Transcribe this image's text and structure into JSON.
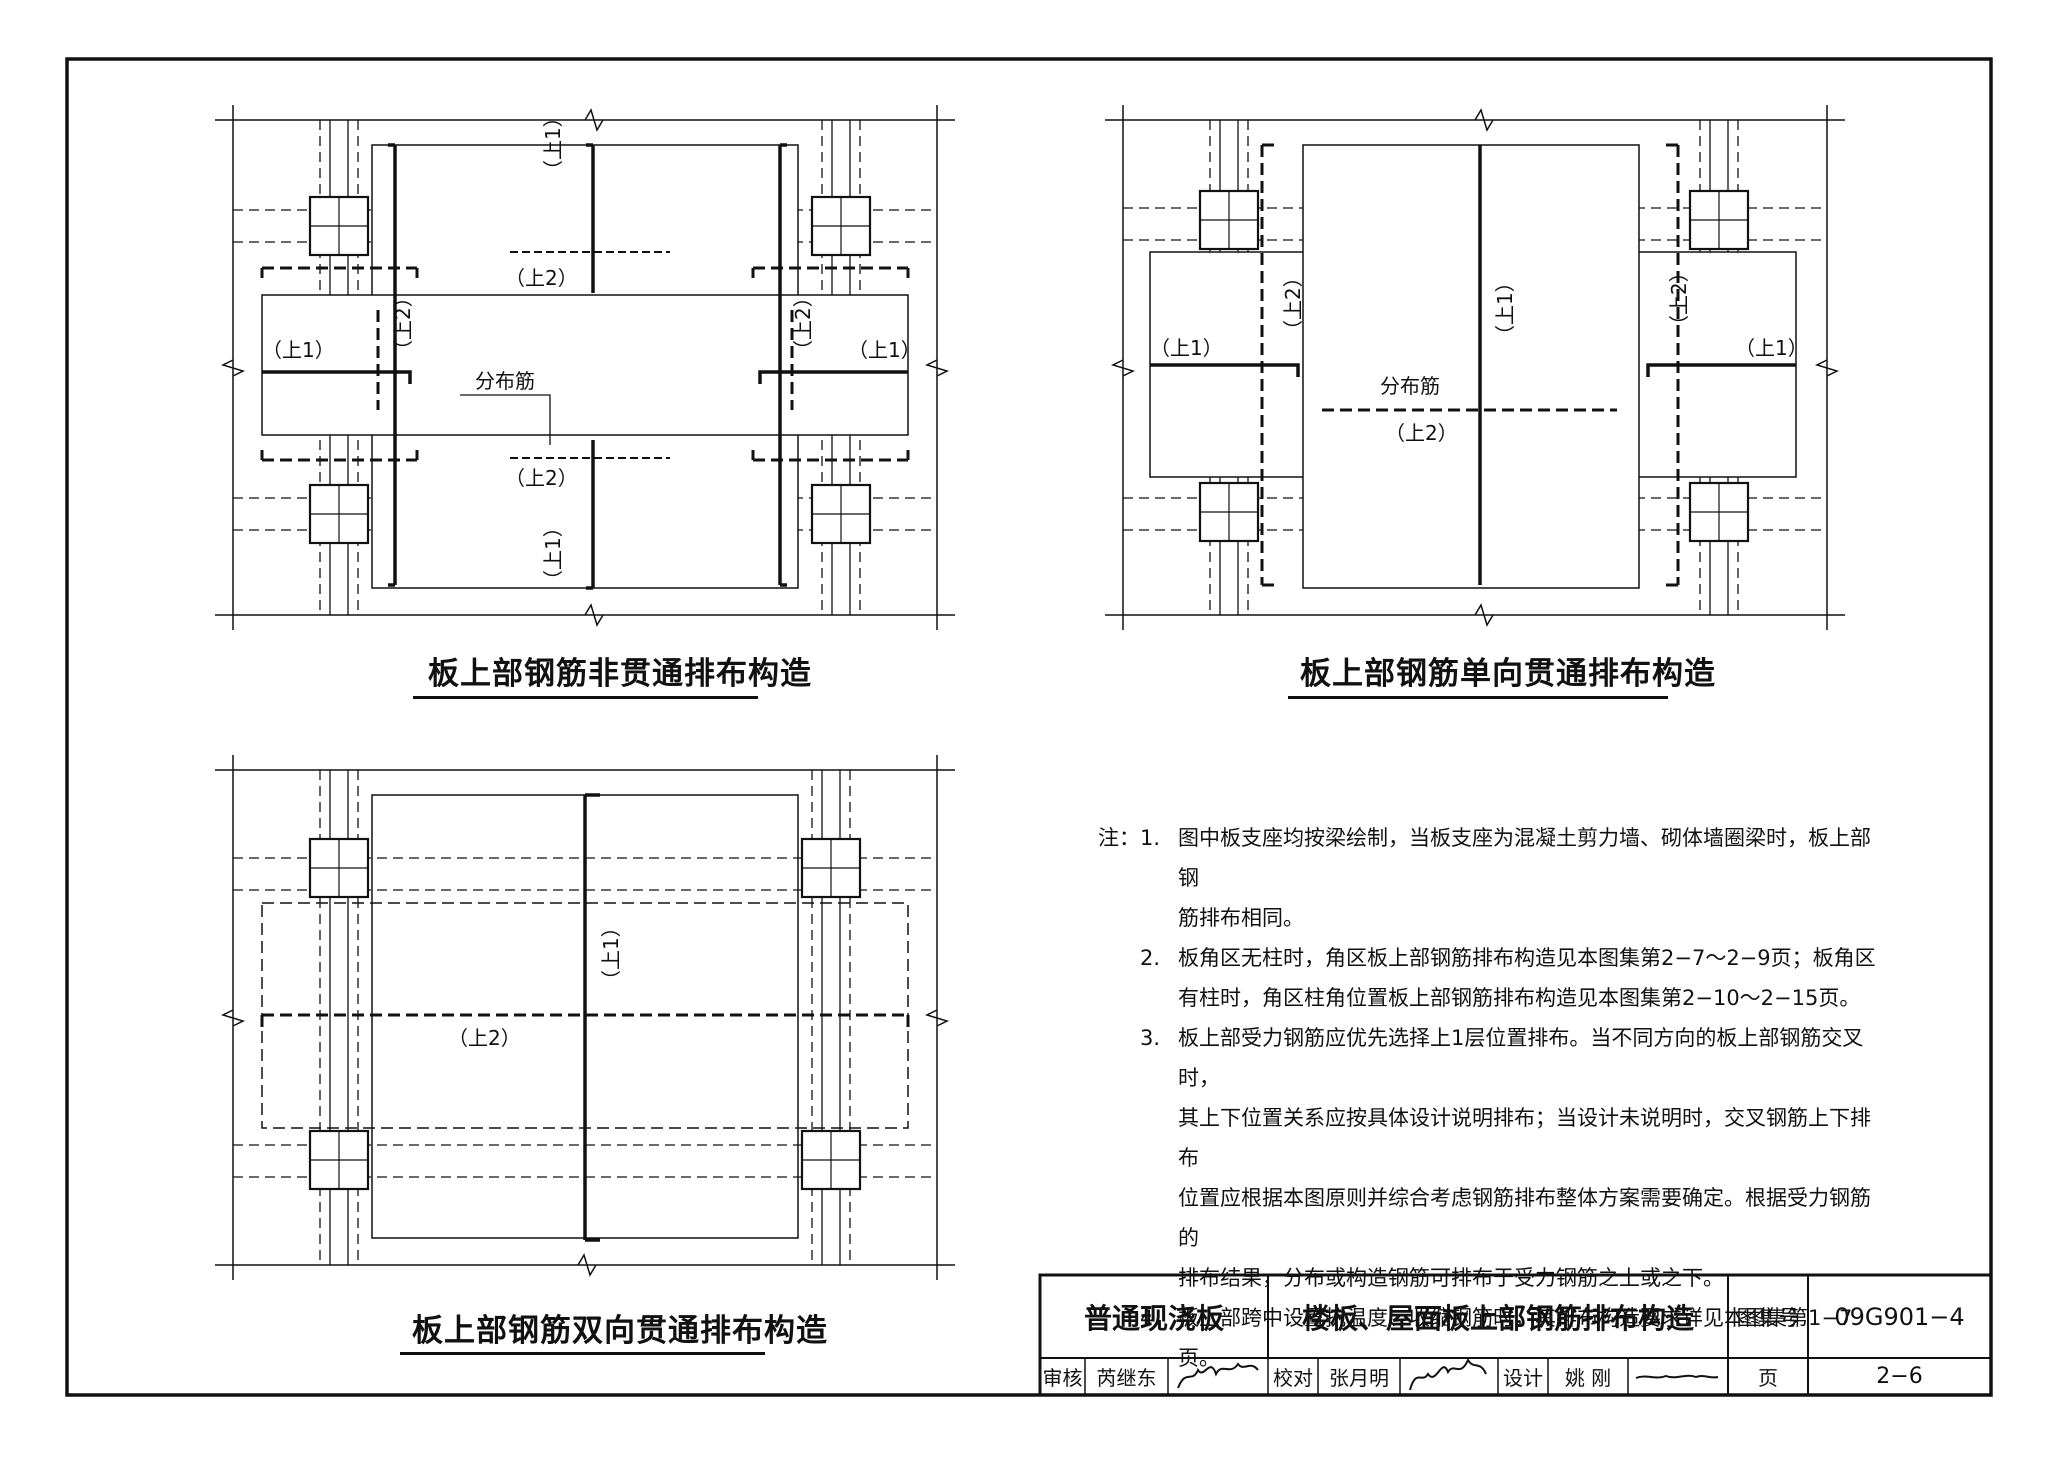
{
  "drawings": [
    {
      "title": "板上部钢筋非贯通排布构造",
      "labels": {
        "top_upper": "（上1）",
        "top_mid": "（上2）",
        "left_vertical": "（上2）",
        "right_vertical": "（上2）",
        "left_side": "（上1）",
        "right_side": "（上1）",
        "center_note": "分布筋",
        "bottom_mid": "（上2）",
        "bottom_lower": "（上1）"
      }
    },
    {
      "title": "板上部钢筋单向贯通排布构造",
      "labels": {
        "left_vertical": "（上2）",
        "center_vertical": "（上1）",
        "right_vertical": "（上2）",
        "left_side": "（上1）",
        "right_side": "（上1）",
        "center_note": "分布筋",
        "center_bar": "（上2）"
      }
    },
    {
      "title": "板上部钢筋双向贯通排布构造",
      "labels": {
        "center_vertical": "（上1）",
        "left_bar": "（上2）"
      }
    }
  ],
  "notes": {
    "prefix": "注：",
    "items": [
      {
        "num": "1.",
        "lines": [
          "图中板支座均按梁绘制，当板支座为混凝土剪力墙、砌体墙圈梁时，板上部钢",
          "筋排布相同。"
        ]
      },
      {
        "num": "2.",
        "lines": [
          "板角区无柱时，角区板上部钢筋排布构造见本图集第2−7～2−9页；板角区",
          "有柱时，角区柱角位置板上部钢筋排布构造见本图集第2−10～2−15页。"
        ]
      },
      {
        "num": "3.",
        "lines": [
          "板上部受力钢筋应优先选择上1层位置排布。当不同方向的板上部钢筋交叉时，",
          "其上下位置关系应按具体设计说明排布；当设计未说明时，交叉钢筋上下排布",
          "位置应根据本图原则并综合考虑钢筋排布整体方案需要确定。根据受力钢筋的",
          "排布结果，分布或构造钢筋可排布于受力钢筋之上或之下。"
        ]
      },
      {
        "num": "4.",
        "lines": [
          "板上部跨中设置抗温度、收缩钢筋时，其排布构造要求详见本图集第1−7页。"
        ]
      }
    ]
  },
  "title_block": {
    "category": "普通现浇板",
    "title": "楼板、屋面板上部钢筋排布构造",
    "atlas_label": "图集号",
    "atlas_no": "09G901−4",
    "review_label": "审核",
    "reviewer": "芮继东",
    "check_label": "校对",
    "checker": "张月明",
    "design_label": "设计",
    "designer": "姚  刚",
    "page_label": "页",
    "page_no": "2−6"
  }
}
